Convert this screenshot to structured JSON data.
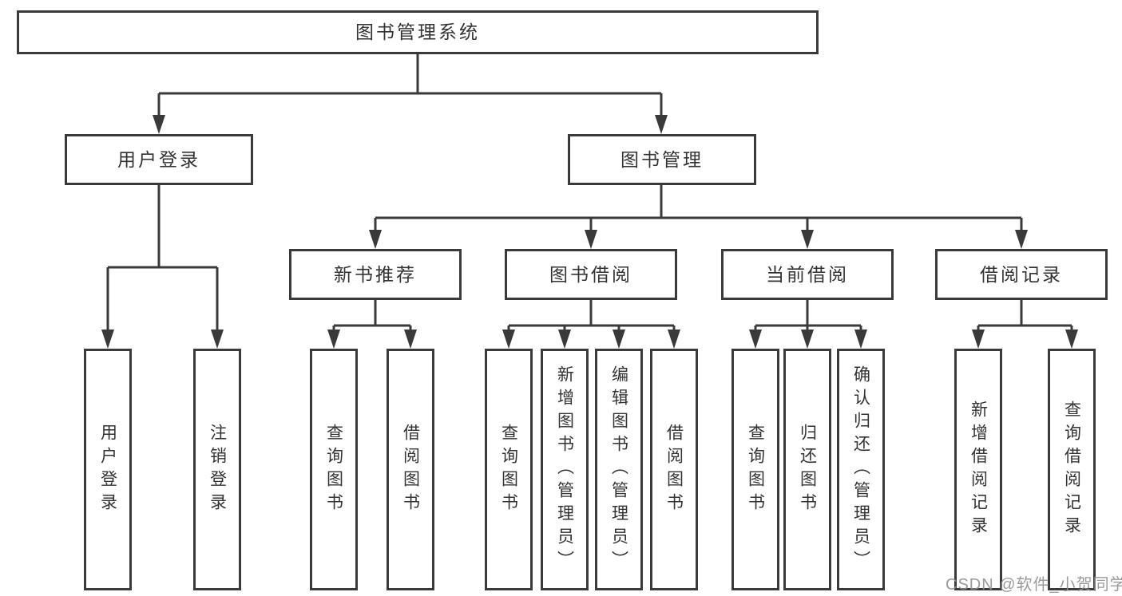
{
  "diagram_title": "图书管理系统",
  "colors": {
    "line": "#3a3a3a",
    "text": "#333333",
    "box_bg": "#ffffff",
    "watermark": "#919191"
  },
  "tree": {
    "label": "图书管理系统",
    "children": [
      {
        "label": "用户登录",
        "children": [
          {
            "label": "用户登录"
          },
          {
            "label": "注销登录"
          }
        ]
      },
      {
        "label": "图书管理",
        "children": [
          {
            "label": "新书推荐",
            "children": [
              {
                "label": "查询图书"
              },
              {
                "label": "借阅图书"
              }
            ]
          },
          {
            "label": "图书借阅",
            "children": [
              {
                "label": "查询图书"
              },
              {
                "label": "新增图书（管理员）"
              },
              {
                "label": "编辑图书（管理员）"
              },
              {
                "label": "借阅图书"
              }
            ]
          },
          {
            "label": "当前借阅",
            "children": [
              {
                "label": "查询图书"
              },
              {
                "label": "归还图书"
              },
              {
                "label": "确认归还（管理员）"
              }
            ]
          },
          {
            "label": "借阅记录",
            "children": [
              {
                "label": "新增借阅记录"
              },
              {
                "label": "查询借阅记录"
              }
            ]
          }
        ]
      }
    ]
  },
  "watermark": {
    "text": "CSDN @软件_小贺同学"
  }
}
